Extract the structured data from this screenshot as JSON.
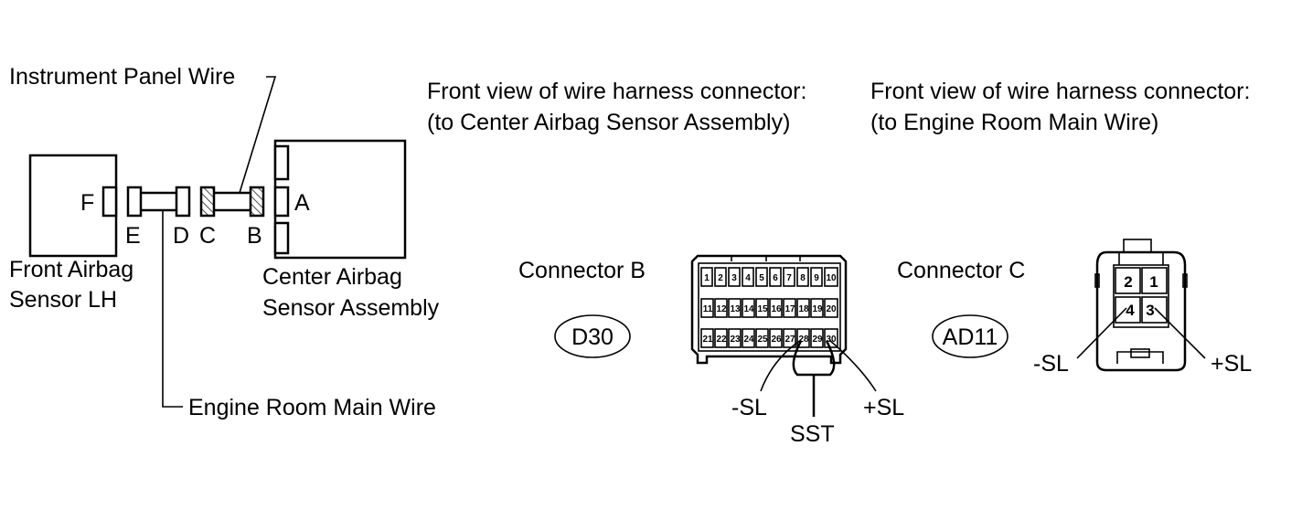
{
  "labels": {
    "instrument_panel_wire": "Instrument Panel Wire",
    "engine_room_main_wire": "Engine Room Main Wire",
    "front_sensor_line1": "Front Airbag",
    "front_sensor_line2": "Sensor LH",
    "center_sensor_line1": "Center Airbag",
    "center_sensor_line2": "Sensor Assembly",
    "conn_F": "F",
    "conn_E": "E",
    "conn_D": "D",
    "conn_C": "C",
    "conn_B": "B",
    "conn_A": "A"
  },
  "connector_b": {
    "heading1": "Front view of wire harness connector:",
    "heading2": "(to Center Airbag Sensor Assembly)",
    "name": "Connector B",
    "code": "D30",
    "pins_row1": [
      "1",
      "2",
      "3",
      "4",
      "5",
      "6",
      "7",
      "8",
      "9",
      "10"
    ],
    "pins_row2": [
      "11",
      "12",
      "13",
      "14",
      "15",
      "16",
      "17",
      "18",
      "19",
      "20"
    ],
    "pins_row3": [
      "21",
      "22",
      "23",
      "24",
      "25",
      "26",
      "27",
      "28",
      "29",
      "30"
    ],
    "minus_label": "-SL",
    "plus_label": "+SL",
    "tool_label": "SST"
  },
  "connector_c": {
    "heading1": "Front view of wire harness connector:",
    "heading2": "(to Engine Room Main Wire)",
    "name": "Connector C",
    "code": "AD11",
    "pins": [
      "2",
      "1",
      "4",
      "3"
    ],
    "minus_label": "-SL",
    "plus_label": "+SL"
  }
}
